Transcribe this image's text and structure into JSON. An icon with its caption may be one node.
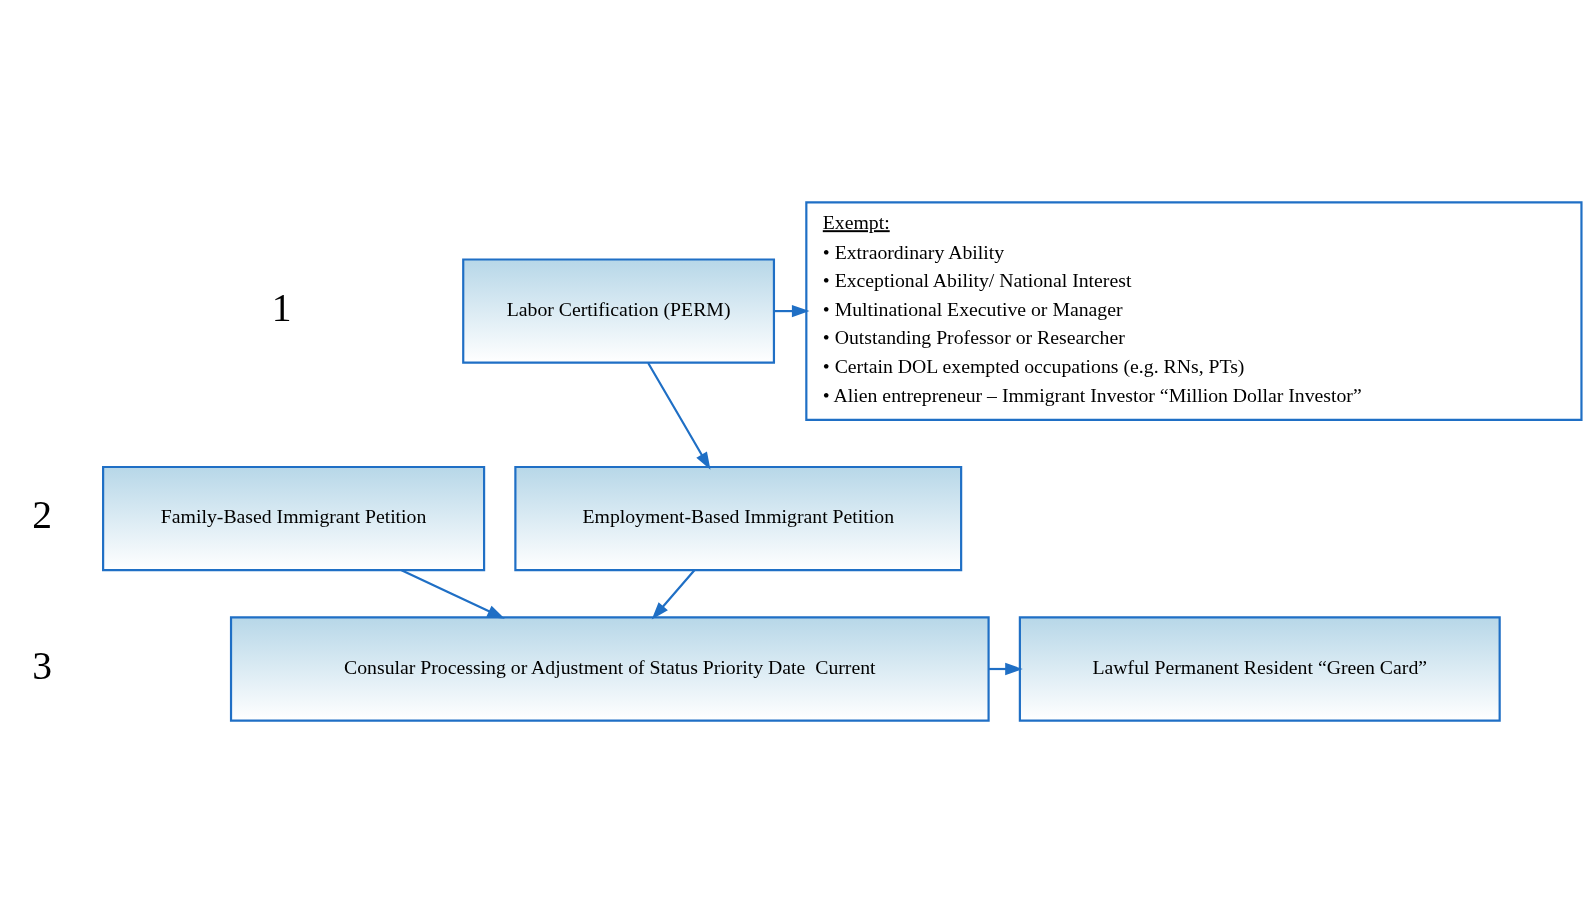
{
  "diagram": {
    "nodes": [
      {
        "text": [
          "Labor Certification (PERM)"
        ]
      },
      {
        "text": [
          "Exempt:",
          "• Extraordinary Ability",
          "• Exceptional Ability/ National Interest",
          "• Multinational Executive or Manager",
          "• Outstanding Professor or Researcher",
          "• Certain DOL exempted occupations (e.g. RNs, PTs)",
          "• Alien entrepreneur – Immigrant Investor “Million Dollar Investor”"
        ]
      },
      {
        "text": [
          "Employment-Based Immigrant Petition"
        ]
      },
      {
        "text": [
          "Family-Based Immigrant Petition"
        ]
      },
      {
        "text": [
          "Consular Processing or Adjustment of Status Priority Date  Current"
        ]
      },
      {
        "text": [
          "Lawful Permanent Resident “Green Card”"
        ]
      }
    ],
    "edges": [
      {
        "from": 0,
        "to": 1,
        "arrow": "to"
      },
      {
        "from": 0,
        "to": 2,
        "arrow": "to"
      },
      {
        "from": 2,
        "to": 4,
        "arrow": "to"
      },
      {
        "from": 3,
        "to": 4,
        "arrow": "to"
      },
      {
        "from": 4,
        "to": 5,
        "arrow": "to"
      }
    ],
    "labels": [
      "1",
      "2",
      "3"
    ]
  }
}
